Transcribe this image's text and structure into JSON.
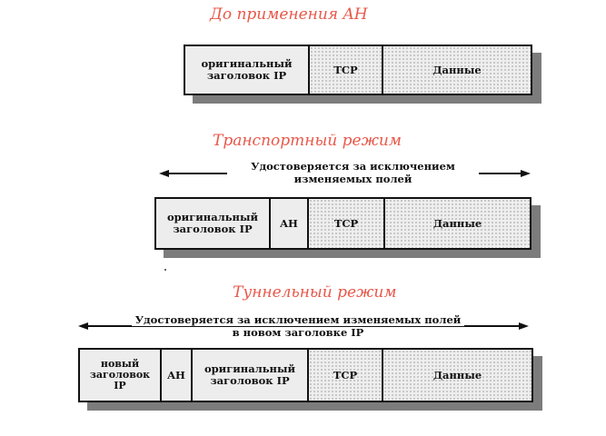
{
  "title_color": "#e8584a",
  "sections": {
    "before": {
      "title": "До применения AH",
      "segments": {
        "ip_header": "оригинальный заголовок IP",
        "tcp": "TCP",
        "data": "Данные"
      }
    },
    "transport": {
      "title": "Транспортный режим",
      "annotation": [
        "Удостоверяется за исключением",
        "изменяемых полей"
      ],
      "segments": {
        "ip_header": "оригинальный заголовок IP",
        "ah": "AH",
        "tcp": "TCP",
        "data": "Данные"
      }
    },
    "tunnel": {
      "title": "Туннельный режим",
      "annotation": [
        "Удостоверяется за исключением изменяемых полей",
        "в новом заголовке IP"
      ],
      "segments": {
        "new_ip_header": "новый заголовок IP",
        "ah": "AH",
        "orig_ip_header": "оригинальный заголовок IP",
        "tcp": "TCP",
        "data": "Данные"
      }
    }
  }
}
